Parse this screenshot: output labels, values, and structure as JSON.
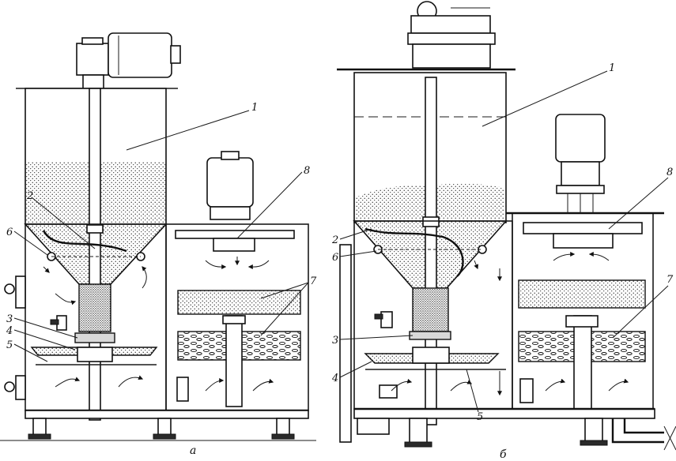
{
  "diagram": {
    "left": {
      "sublabel": "а",
      "callouts": [
        "1",
        "2",
        "6",
        "3",
        "4",
        "5",
        "8",
        "7"
      ]
    },
    "right": {
      "sublabel": "б",
      "callouts": [
        "1",
        "2",
        "6",
        "3",
        "4",
        "5",
        "8",
        "7"
      ]
    }
  }
}
